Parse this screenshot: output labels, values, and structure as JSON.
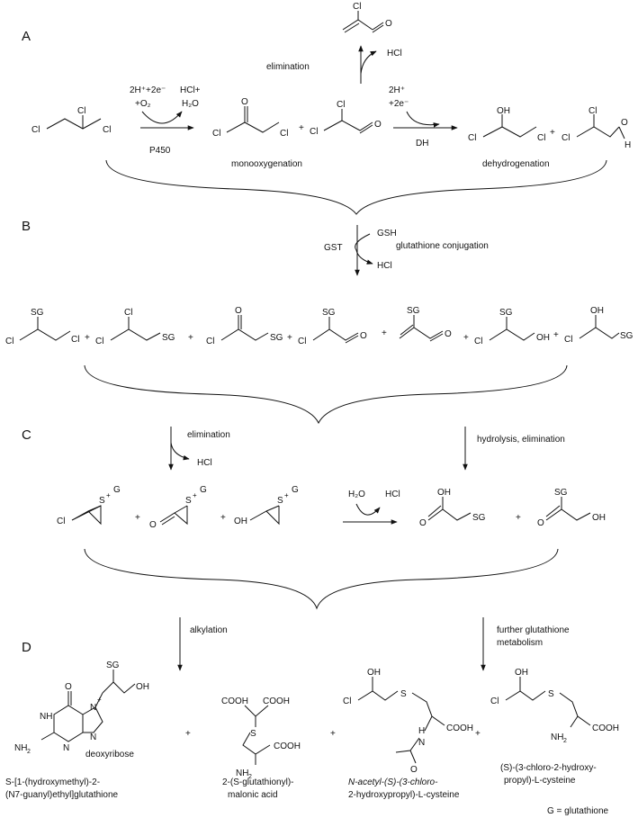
{
  "sections": {
    "a": "A",
    "b": "B",
    "c": "C",
    "d": "D"
  },
  "atoms": {
    "cl": "Cl",
    "o": "O",
    "oh": "OH",
    "h": "H",
    "sg": "SG",
    "g": "G",
    "s": "S",
    "plus_charge": "+",
    "n": "N",
    "nh": "NH",
    "nh2": "NH",
    "sub2": "2"
  },
  "plus": "+",
  "labels": {
    "elimination_top": "elimination",
    "hcl_top": "HCl",
    "left_reagents_1": "2H⁺+2e⁻",
    "left_reagents_2": "+O₂",
    "left_products_1": "HCl+",
    "left_products_2": "H₂O",
    "p450": "P450",
    "right_reagents_1": "2H⁺",
    "right_reagents_2": "+2e⁻",
    "dh": "DH",
    "monooxygenation": "monooxygenation",
    "dehydrogenation": "dehydrogenation",
    "gsh": "GSH",
    "gst": "GST",
    "hcl_b": "HCl",
    "glutathione_conjugation": "glutathione conjugation",
    "elimination_c": "elimination",
    "hcl_c": "HCl",
    "hydrolysis_elimination": "hydrolysis, elimination",
    "h2o": "H₂O",
    "hcl_c2": "HCl",
    "alkylation": "alkylation",
    "further_1": "further glutathione",
    "further_2": "metabolism",
    "deoxyribose": "deoxyribose",
    "cooh": "COOH",
    "g_eq": "G = glutathione"
  },
  "captions": {
    "p1_l1": "S-[1-(hydroxymethyl)-2-",
    "p1_l2": "(N7-guanyl)ethyl]glutathione",
    "p2_l1": "2-(S-glutathionyl)-",
    "p2_l2": "malonic acid",
    "p3_l1": "N-acetyl-(S)-(3-chloro-",
    "p3_l2": "2-hydroxypropyl)-L-cysteine",
    "p4_l1": "(S)-(3-chloro-2-hydroxy-",
    "p4_l2": "propyl)-L-cysteine"
  }
}
